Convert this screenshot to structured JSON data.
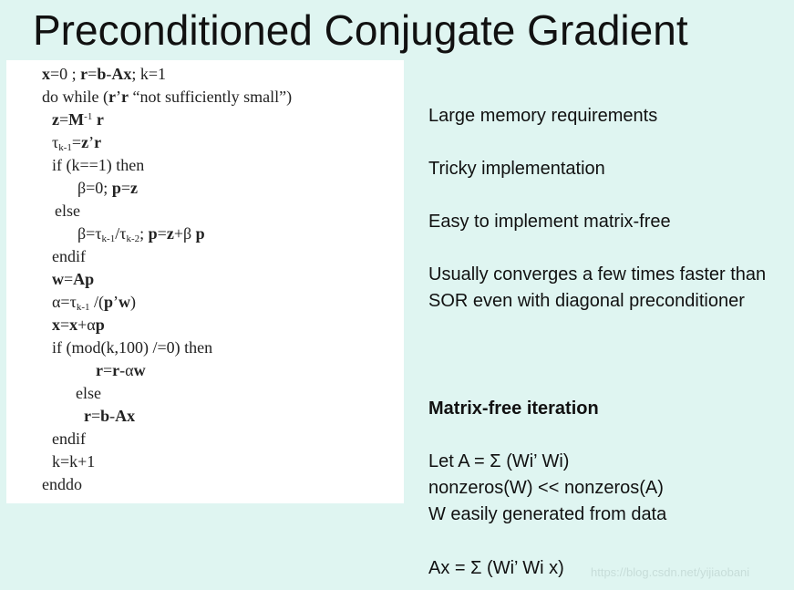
{
  "title": "Preconditioned Conjugate Gradient",
  "code": {
    "l1": {
      "a": "x",
      "b": "=0 ; ",
      "c": "r",
      "d": "=",
      "e": "b",
      "f": "-",
      "g": "Ax",
      "h": "; k=1"
    },
    "l2": {
      "a": "do while (",
      "b": "r",
      "c": "’",
      "d": "r",
      "e": " “not sufficiently small”)"
    },
    "l3": {
      "a": "z",
      "b": "=",
      "c": "M",
      "d": "-1",
      "e": " ",
      "f": "r"
    },
    "l4": {
      "a": "τ",
      "b": "k-1",
      "c": "=",
      "d": "z",
      "e": "’",
      "f": "r"
    },
    "l5": {
      "a": "if (k==1) then"
    },
    "l6": {
      "a": "β=0; ",
      "b": "p",
      "c": "=",
      "d": "z"
    },
    "l7": {
      "a": "else"
    },
    "l8": {
      "a": "β=τ",
      "b": "k-1",
      "c": "/τ",
      "d": "k-2",
      "e": "; ",
      "f": "p",
      "g": "=",
      "h": "z",
      "i": "+β ",
      "j": "p"
    },
    "l9": {
      "a": "endif"
    },
    "l10": {
      "a": "w",
      "b": "=",
      "c": "Ap"
    },
    "l11": {
      "a": "α=τ",
      "b": "k-1",
      "c": " /(",
      "d": "p",
      "e": "’",
      "f": "w",
      "g": ")"
    },
    "l12": {
      "a": "x",
      "b": "=",
      "c": "x",
      "d": "+α",
      "e": "p"
    },
    "l13": {
      "a": "if (mod(k,100) /=0) then"
    },
    "l14": {
      "a": "r",
      "b": "=",
      "c": "r",
      "d": "-α",
      "e": "w"
    },
    "l15": {
      "a": "else"
    },
    "l16": {
      "a": "r",
      "b": "=",
      "c": "b",
      "d": "-",
      "e": "Ax"
    },
    "l17": {
      "a": "endif"
    },
    "l18": {
      "a": "k=k+1"
    },
    "l19": {
      "a": "enddo"
    }
  },
  "bullets": {
    "b1": "Large memory requirements",
    "b2": "Tricky implementation",
    "b3": "Easy to implement matrix-free",
    "b4a": "Usually converges a few times faster than",
    "b4b": "SOR even with diagonal preconditioner",
    "heading": "Matrix-free iteration",
    "m1": "Let A = Σ (Wi’ Wi)",
    "m2": "nonzeros(W) << nonzeros(A)",
    "m3": "W easily generated from data",
    "m4": "Ax = Σ (Wi’ Wi x)"
  },
  "watermark": "https://blog.csdn.net/yijiaobani"
}
